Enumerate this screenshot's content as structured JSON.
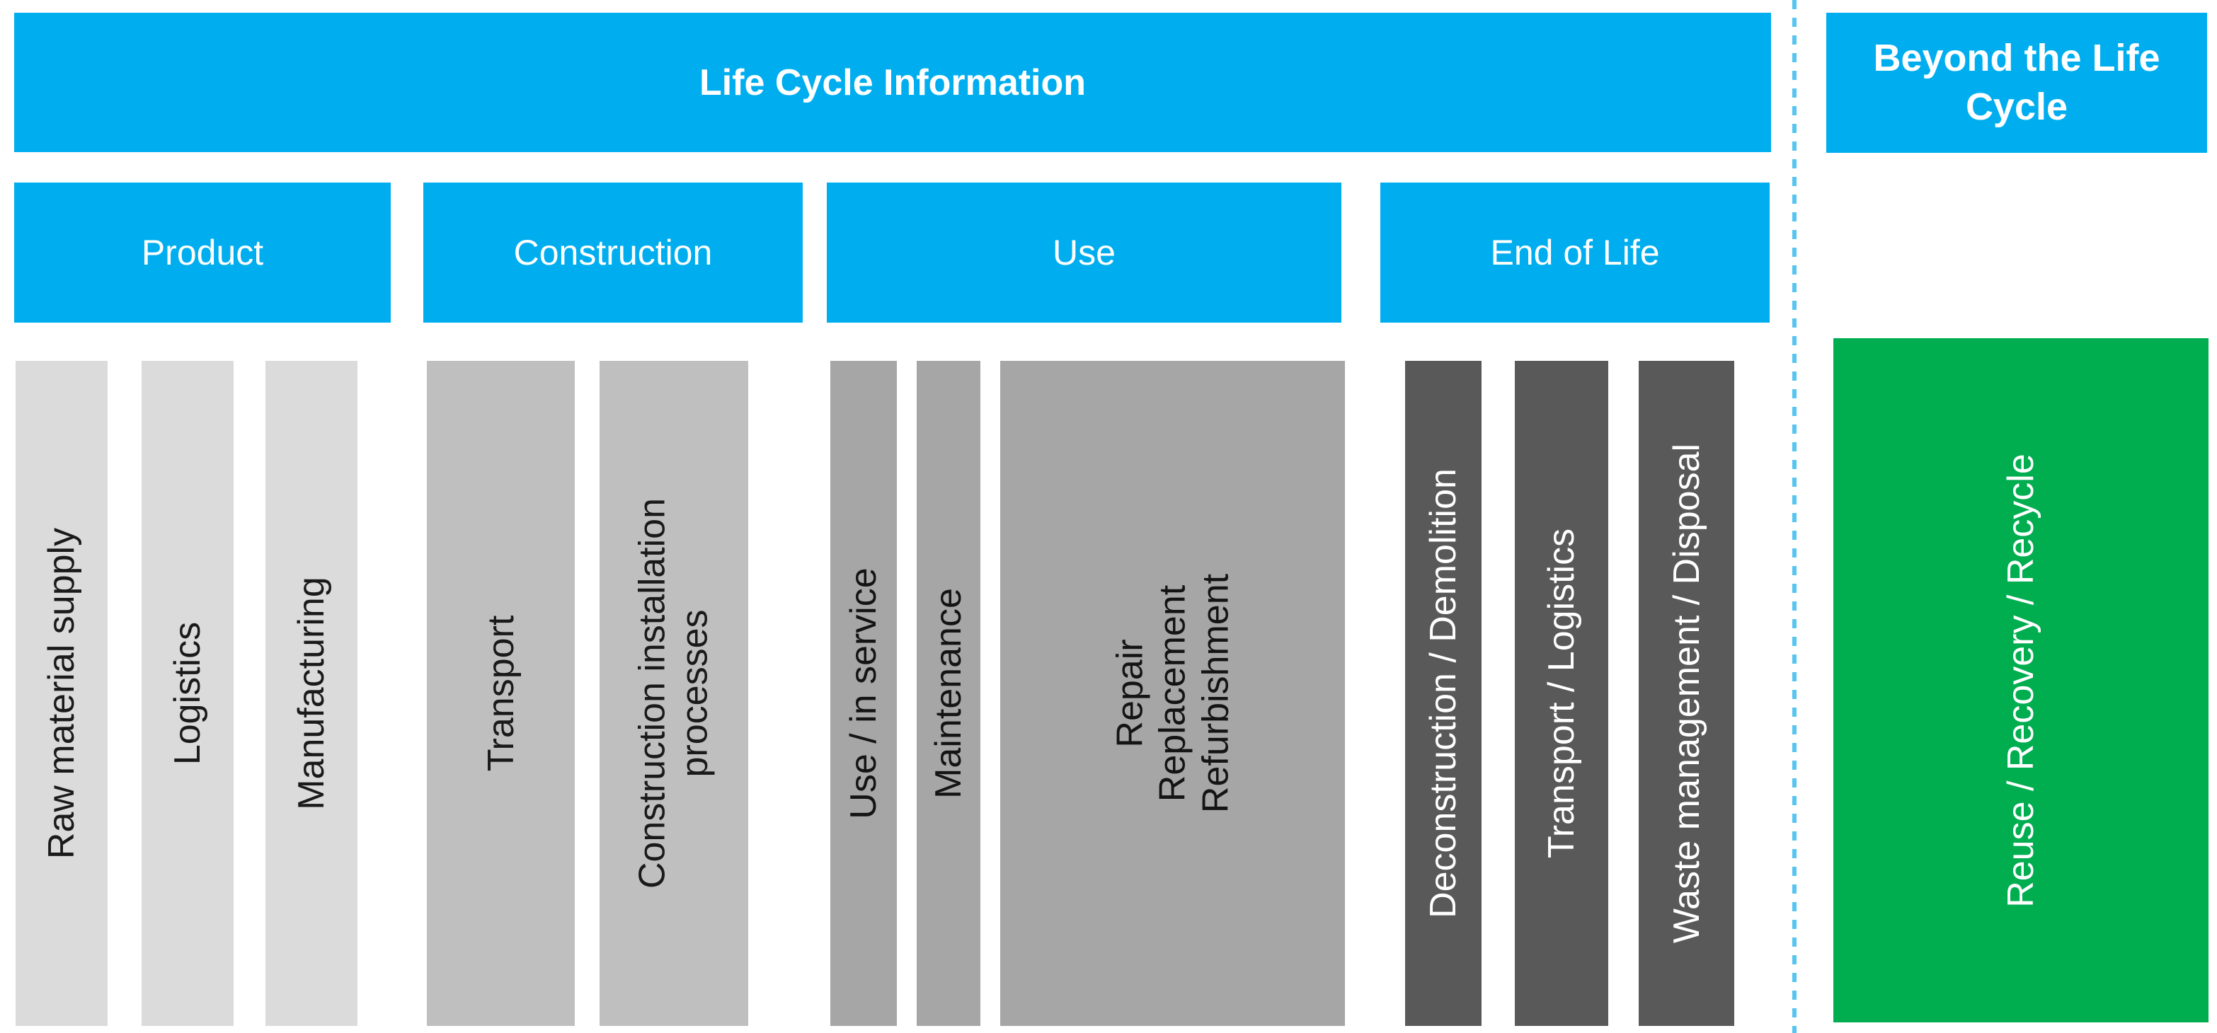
{
  "title": "Life Cycle Information",
  "beyond": {
    "title": "Beyond the Life Cycle",
    "module": {
      "lines": [
        "Reuse / Recovery / Recycle"
      ]
    }
  },
  "stages": [
    {
      "label": "Product",
      "modules": [
        {
          "lines": [
            "Raw material supply"
          ]
        },
        {
          "lines": [
            "Logistics"
          ]
        },
        {
          "lines": [
            "Manufacturing"
          ]
        }
      ]
    },
    {
      "label": "Construction",
      "modules": [
        {
          "lines": [
            "Transport"
          ]
        },
        {
          "lines": [
            "Construction installation",
            "processes"
          ]
        }
      ]
    },
    {
      "label": "Use",
      "modules": [
        {
          "lines": [
            "Use / in service"
          ]
        },
        {
          "lines": [
            "Maintenance"
          ]
        },
        {
          "lines": [
            "Repair",
            "Replacement",
            "Refurbishment"
          ]
        }
      ]
    },
    {
      "label": "End of Life",
      "modules": [
        {
          "lines": [
            "Deconstruction / Demolition"
          ]
        },
        {
          "lines": [
            "Transport / Logistics"
          ]
        },
        {
          "lines": [
            "Waste management / Disposal"
          ]
        }
      ]
    }
  ],
  "colors": {
    "header_blue": "#00AEEF",
    "divider_blue": "#58C5F0",
    "product_gray": "#DBDBDB",
    "construction_gray": "#BFBFBF",
    "use_gray": "#A6A6A6",
    "end_of_life_gray": "#595959",
    "beyond_green": "#00AE50",
    "text_dark": "#1A1A1A",
    "text_light": "#FFFFFF"
  }
}
